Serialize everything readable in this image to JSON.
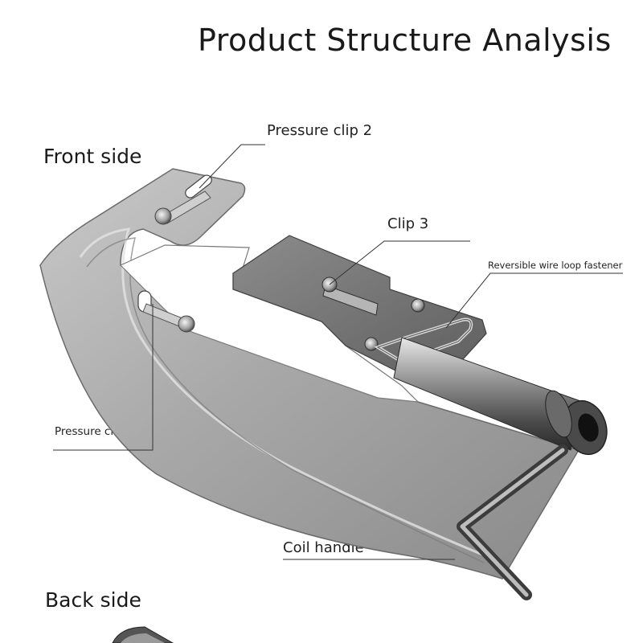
{
  "title": "Product Structure Analysis",
  "views": {
    "front": "Front side",
    "back": "Back side"
  },
  "callouts": {
    "pressure_clip_2": "Pressure clip 2",
    "clip_3": "Clip 3",
    "reversible_fastener": "Reversible wire loop fastener",
    "pressure_clip_1": "Pressure clip 1",
    "coil_handle": "Coil handle"
  }
}
